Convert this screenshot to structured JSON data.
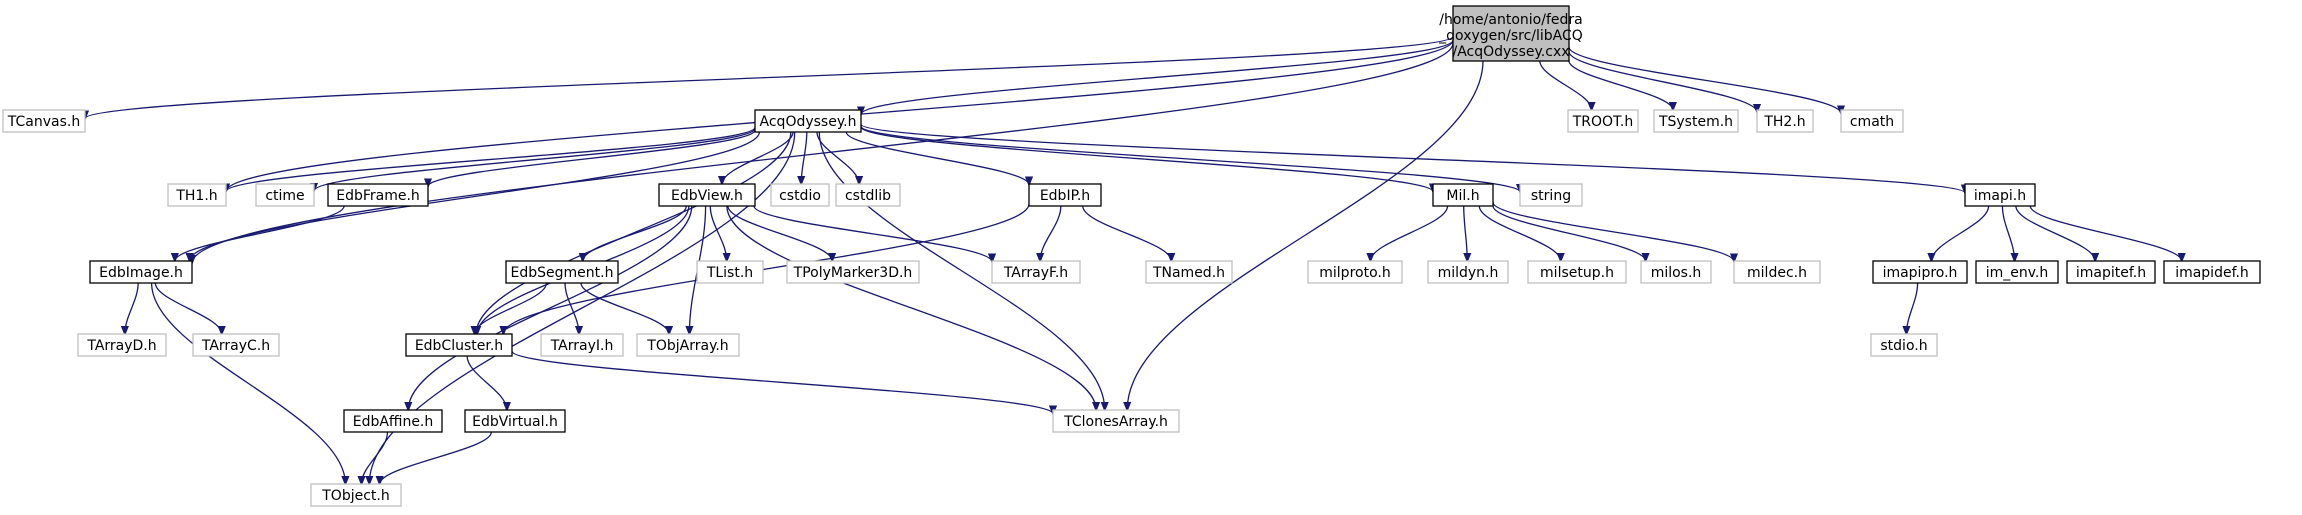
{
  "diagram": {
    "root": {
      "label_lines": [
        "/home/antonio/fedra",
        "_doxygen/src/libACQ",
        "/AcqOdyssey.cxx"
      ]
    },
    "nodes": [
      {
        "id": "tcanvas",
        "label": "TCanvas.h",
        "kind": "external"
      },
      {
        "id": "acqodyssey",
        "label": "AcqOdyssey.h",
        "kind": "documented"
      },
      {
        "id": "troot",
        "label": "TROOT.h",
        "kind": "external"
      },
      {
        "id": "tsystem",
        "label": "TSystem.h",
        "kind": "external"
      },
      {
        "id": "th2",
        "label": "TH2.h",
        "kind": "external"
      },
      {
        "id": "cmath",
        "label": "cmath",
        "kind": "external"
      },
      {
        "id": "th1",
        "label": "TH1.h",
        "kind": "external"
      },
      {
        "id": "ctime",
        "label": "ctime",
        "kind": "external"
      },
      {
        "id": "edbframe",
        "label": "EdbFrame.h",
        "kind": "documented"
      },
      {
        "id": "edbview",
        "label": "EdbView.h",
        "kind": "documented"
      },
      {
        "id": "cstdio",
        "label": "cstdio",
        "kind": "external"
      },
      {
        "id": "cstdlib",
        "label": "cstdlib",
        "kind": "external"
      },
      {
        "id": "edbip",
        "label": "EdbIP.h",
        "kind": "documented"
      },
      {
        "id": "mil",
        "label": "Mil.h",
        "kind": "documented"
      },
      {
        "id": "string",
        "label": "string",
        "kind": "external"
      },
      {
        "id": "imapi",
        "label": "imapi.h",
        "kind": "documented"
      },
      {
        "id": "edbimage",
        "label": "EdbImage.h",
        "kind": "documented"
      },
      {
        "id": "edbsegment",
        "label": "EdbSegment.h",
        "kind": "documented"
      },
      {
        "id": "tlist",
        "label": "TList.h",
        "kind": "external"
      },
      {
        "id": "tpolymarker3d",
        "label": "TPolyMarker3D.h",
        "kind": "external"
      },
      {
        "id": "tarrayf",
        "label": "TArrayF.h",
        "kind": "external"
      },
      {
        "id": "tnamed",
        "label": "TNamed.h",
        "kind": "external"
      },
      {
        "id": "milproto",
        "label": "milproto.h",
        "kind": "external"
      },
      {
        "id": "mildyn",
        "label": "mildyn.h",
        "kind": "external"
      },
      {
        "id": "milsetup",
        "label": "milsetup.h",
        "kind": "external"
      },
      {
        "id": "milos",
        "label": "milos.h",
        "kind": "external"
      },
      {
        "id": "mildec",
        "label": "mildec.h",
        "kind": "external"
      },
      {
        "id": "imapipro",
        "label": "imapipro.h",
        "kind": "documented"
      },
      {
        "id": "im_env",
        "label": "im_env.h",
        "kind": "documented"
      },
      {
        "id": "imapitef",
        "label": "imapitef.h",
        "kind": "documented"
      },
      {
        "id": "imapidef",
        "label": "imapidef.h",
        "kind": "documented"
      },
      {
        "id": "tarrayd",
        "label": "TArrayD.h",
        "kind": "external"
      },
      {
        "id": "tarrayc",
        "label": "TArrayC.h",
        "kind": "external"
      },
      {
        "id": "edbcluster",
        "label": "EdbCluster.h",
        "kind": "documented"
      },
      {
        "id": "tarrayi",
        "label": "TArrayI.h",
        "kind": "external"
      },
      {
        "id": "tobjarray",
        "label": "TObjArray.h",
        "kind": "external"
      },
      {
        "id": "stdio",
        "label": "stdio.h",
        "kind": "external"
      },
      {
        "id": "edbaffine",
        "label": "EdbAffine.h",
        "kind": "documented"
      },
      {
        "id": "edbvirtual",
        "label": "EdbVirtual.h",
        "kind": "documented"
      },
      {
        "id": "tclonesarray",
        "label": "TClonesArray.h",
        "kind": "external"
      },
      {
        "id": "tobject",
        "label": "TObject.h",
        "kind": "external"
      }
    ],
    "edges": [
      [
        "root",
        "tcanvas"
      ],
      [
        "root",
        "acqodyssey"
      ],
      [
        "root",
        "troot"
      ],
      [
        "root",
        "tsystem"
      ],
      [
        "root",
        "th2"
      ],
      [
        "root",
        "cmath"
      ],
      [
        "root",
        "th1"
      ],
      [
        "root",
        "edbimage"
      ],
      [
        "root",
        "tclonesarray"
      ],
      [
        "acqodyssey",
        "th1"
      ],
      [
        "acqodyssey",
        "ctime"
      ],
      [
        "acqodyssey",
        "edbframe"
      ],
      [
        "acqodyssey",
        "edbview"
      ],
      [
        "acqodyssey",
        "cstdio"
      ],
      [
        "acqodyssey",
        "cstdlib"
      ],
      [
        "acqodyssey",
        "edbip"
      ],
      [
        "acqodyssey",
        "mil"
      ],
      [
        "acqodyssey",
        "string"
      ],
      [
        "acqodyssey",
        "imapi"
      ],
      [
        "acqodyssey",
        "edbimage"
      ],
      [
        "acqodyssey",
        "edbcluster"
      ],
      [
        "acqodyssey",
        "tclonesarray"
      ],
      [
        "acqodyssey",
        "tobject"
      ],
      [
        "edbframe",
        "edbimage"
      ],
      [
        "edbview",
        "edbsegment"
      ],
      [
        "edbview",
        "tlist"
      ],
      [
        "edbview",
        "tpolymarker3d"
      ],
      [
        "edbview",
        "tarrayf"
      ],
      [
        "edbview",
        "edbcluster"
      ],
      [
        "edbview",
        "tobjarray"
      ],
      [
        "edbview",
        "edbaffine"
      ],
      [
        "edbview",
        "tclonesarray"
      ],
      [
        "edbip",
        "tarrayf"
      ],
      [
        "edbip",
        "tnamed"
      ],
      [
        "edbip",
        "edbcluster"
      ],
      [
        "mil",
        "milproto"
      ],
      [
        "mil",
        "mildyn"
      ],
      [
        "mil",
        "milsetup"
      ],
      [
        "mil",
        "milos"
      ],
      [
        "mil",
        "mildec"
      ],
      [
        "imapi",
        "imapipro"
      ],
      [
        "imapi",
        "im_env"
      ],
      [
        "imapi",
        "imapitef"
      ],
      [
        "imapi",
        "imapidef"
      ],
      [
        "imapipro",
        "stdio"
      ],
      [
        "edbimage",
        "tarrayd"
      ],
      [
        "edbimage",
        "tarrayc"
      ],
      [
        "edbimage",
        "tobject"
      ],
      [
        "edbsegment",
        "edbcluster"
      ],
      [
        "edbsegment",
        "tarrayi"
      ],
      [
        "edbsegment",
        "tobjarray"
      ],
      [
        "edbcluster",
        "edbvirtual"
      ],
      [
        "edbcluster",
        "tclonesarray"
      ],
      [
        "edbaffine",
        "tobject"
      ],
      [
        "edbvirtual",
        "tobject"
      ]
    ]
  }
}
